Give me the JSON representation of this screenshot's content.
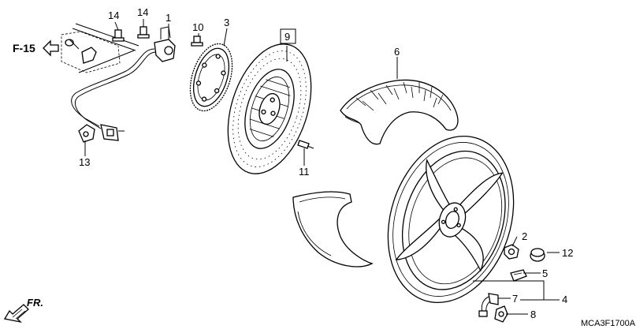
{
  "labels": {
    "p14a": "14",
    "p14b": "14",
    "p1": "1",
    "p10": "10",
    "p3": "3",
    "p9": "9",
    "p6": "6",
    "p13": "13",
    "p11": "11",
    "p2": "2",
    "p12": "12",
    "p5": "5",
    "p7": "7",
    "p4": "4",
    "p8": "8"
  },
  "reference": "F-15",
  "direction": "FR.",
  "diagram_code": "MCA3F1700A",
  "icons": {
    "reference_arrow": "left-outline-arrow-icon",
    "front_arrow": "diagonal-hatched-arrow-icon"
  }
}
